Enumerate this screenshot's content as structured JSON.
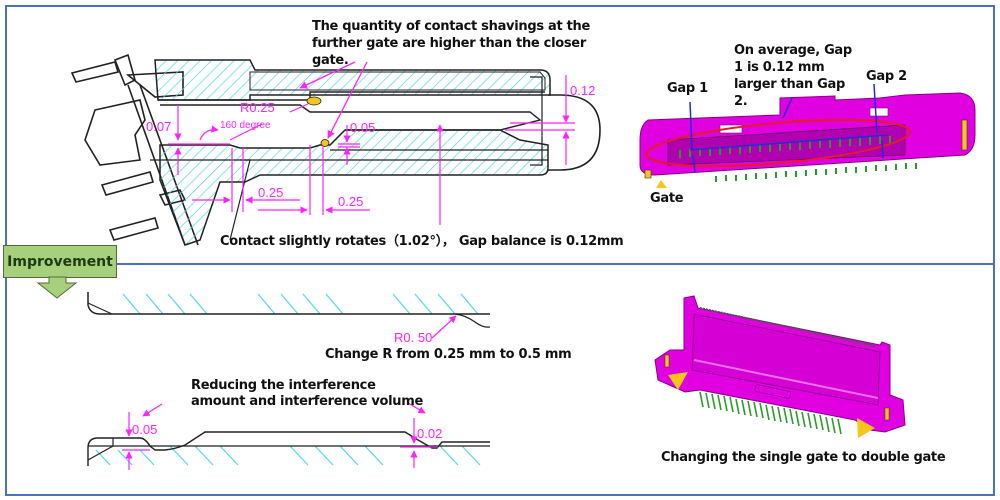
{
  "top_section": {
    "annotations": {
      "shavings_note": "The quantity of contact shavings at the further gate are higher than the closer gate.",
      "rotation_note": "Contact slightly rotates（1.02°）， Gap balance is 0.12mm",
      "gap_average_note": "On average, Gap 1 is 0.12 mm larger than Gap 2.",
      "gap1_label": "Gap 1",
      "gap2_label": "Gap 2",
      "gate_label": "Gate"
    },
    "dimensions": {
      "radius": "R0.25",
      "angle": "160 degree",
      "d_007": "0.07",
      "d_005": "0.05",
      "d_012": "0.12",
      "d_025_a": "0.25",
      "d_025_b": "0.25"
    }
  },
  "banner": {
    "label": "Improvement"
  },
  "bottom_section": {
    "annotations": {
      "radius_change_note": "Change R from 0.25 mm to 0.5 mm",
      "interference_note_line1": "Reducing the interference",
      "interference_note_line2": "amount and interference volume",
      "double_gate_note": "Changing the single gate to double gate"
    },
    "dimensions": {
      "radius": "R0. 50",
      "d_005": "0.05",
      "d_002": "0.02"
    }
  },
  "colors": {
    "dimension": "#ff22ff",
    "hatch": "#4fd9e8",
    "panel_border": "#4a72c4",
    "housing": "#e000e0",
    "gate_marker": "#f5c518",
    "gap_line": "#1e2fd8",
    "highlight_ellipse": "#e81c1c",
    "pins": "#2a9a2a",
    "banner": "#a6d07c"
  }
}
